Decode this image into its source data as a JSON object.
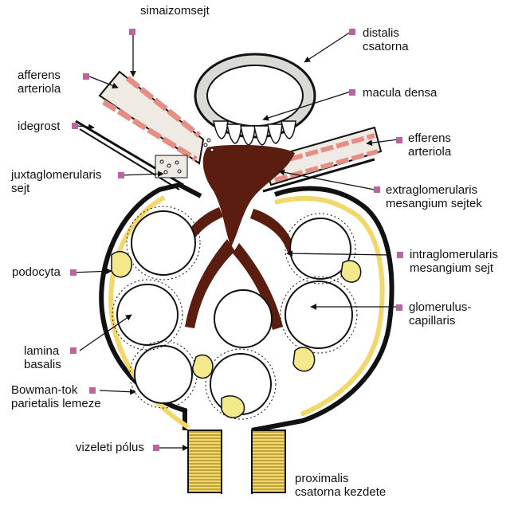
{
  "labels": {
    "simaizomsejt": "simaizomsejt",
    "distalis_csatorna": "distalis\ncsatorna",
    "afferens_arteriola": "afferens\narteriola",
    "macula_densa": "macula densa",
    "idegrost": "idegrost",
    "efferens_arteriola": "efferens\narteriola",
    "juxtaglomerularis_sejt": "juxtaglomerularis\nsejt",
    "extraglomerularis_mesangium": "extraglomerularis\nmesangium sejtek",
    "intraglomerularis_mesangium": "intraglomerularis\nmesangium sejt",
    "podocyta": "podocyta",
    "glomerulus_capillaris": "glomerulus-\ncapillaris",
    "lamina_basalis": "lamina\nbasalis",
    "bowman_tok": "Bowman-tok\nparietalis lemeze",
    "vizeleti_polus": "vizeleti pólus",
    "proximalis_csatorna": "proximalis\ncsatorna kezdete"
  },
  "colors": {
    "marker": "#b9659f",
    "mesangium": "#5a1d10",
    "podocyte": "#f3e98a",
    "smooth_muscle": "#e58e86",
    "tubule_wall": "#d9d9d6",
    "capsule": "#f2d86a",
    "outline": "#111111"
  }
}
